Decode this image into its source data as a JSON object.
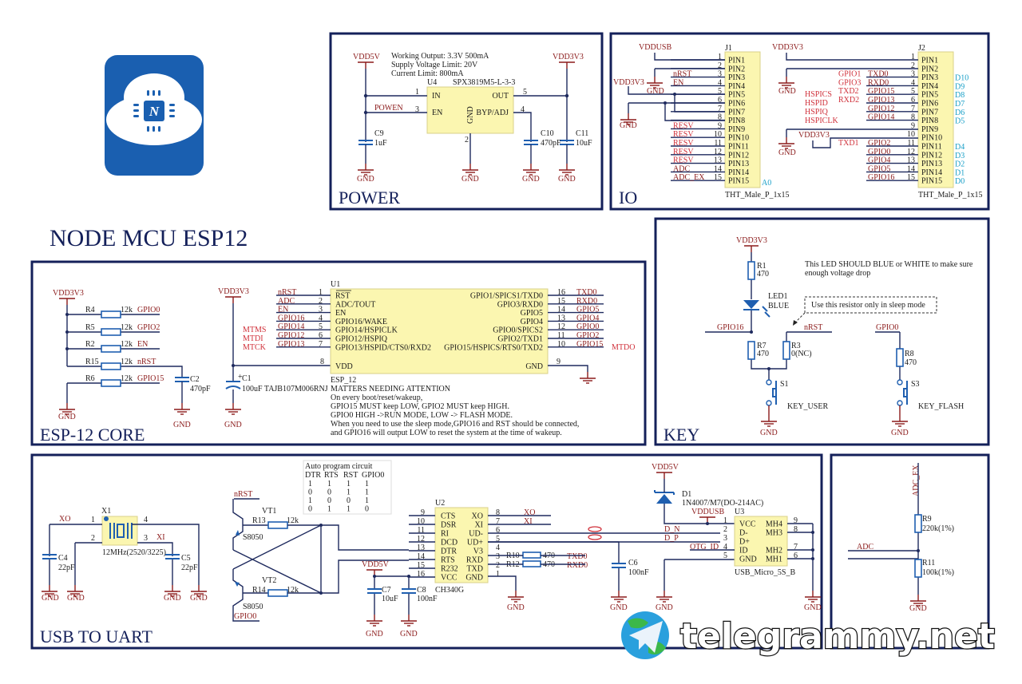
{
  "title": "NODE MCU ESP12",
  "watermark": "telegrammy.net",
  "logo": {
    "icon": "nodemcu-cloud-chip-icon",
    "letter": "N",
    "bg_color": "#1a5fb0"
  },
  "colors": {
    "frame": "#14205a",
    "wire": "#1e2a5e",
    "power_label": "#8b1a1a",
    "pin_alias": "#d0303a",
    "d_pin": "#1aa0c8",
    "chip_fill": "#fbf6b0",
    "component": "#1f5fb0"
  },
  "power": {
    "section": "POWER",
    "notes": [
      "Working Output: 3.3V 500mA",
      "Supply Voltage Limit: 20V",
      "Current Limit: 800mA"
    ],
    "u4": {
      "ref": "U4",
      "part": "SPX3819M5-L-3-3",
      "pins": {
        "in": "IN",
        "en": "EN",
        "out": "OUT",
        "byp": "BYP/ADJ",
        "gnd": "GND"
      },
      "nums": [
        "1",
        "3",
        "5",
        "4",
        "2"
      ]
    },
    "nets": {
      "vdd5v": "VDD5V",
      "vdd3v3": "VDD3V3",
      "powen": "POWEN",
      "gnd": "GND"
    },
    "caps": [
      {
        "ref": "C9",
        "val": "1uF"
      },
      {
        "ref": "C10",
        "val": "470pF"
      },
      {
        "ref": "C11",
        "val": "10uF"
      }
    ]
  },
  "io": {
    "section": "IO",
    "j1": {
      "ref": "J1",
      "part": "THT_Male_P_1x15",
      "extra": "A0",
      "top_nets": [
        "VDDUSB",
        "GND",
        "VDD3V3",
        "GND"
      ],
      "pins": [
        {
          "n": "1",
          "p": "PIN1",
          "net": ""
        },
        {
          "n": "2",
          "p": "PIN2",
          "net": ""
        },
        {
          "n": "3",
          "p": "PIN3",
          "net": "nRST"
        },
        {
          "n": "4",
          "p": "PIN4",
          "net": "EN"
        },
        {
          "n": "5",
          "p": "PIN5",
          "net": ""
        },
        {
          "n": "6",
          "p": "PIN6",
          "net": ""
        },
        {
          "n": "7",
          "p": "PIN7",
          "net": ""
        },
        {
          "n": "8",
          "p": "PIN8",
          "net": ""
        },
        {
          "n": "9",
          "p": "PIN9",
          "net": "RESV"
        },
        {
          "n": "10",
          "p": "PIN10",
          "net": "RESV"
        },
        {
          "n": "11",
          "p": "PIN11",
          "net": "RESV"
        },
        {
          "n": "12",
          "p": "PIN12",
          "net": "RESV"
        },
        {
          "n": "13",
          "p": "PIN13",
          "net": "RESV"
        },
        {
          "n": "14",
          "p": "PIN14",
          "net": "ADC"
        },
        {
          "n": "15",
          "p": "PIN15",
          "net": "ADC_EX"
        }
      ]
    },
    "j2": {
      "ref": "J2",
      "part": "THT_Male_P_1x15",
      "top_nets": [
        "VDD3V3",
        "GND",
        "VDD3V3",
        "GND"
      ],
      "pins": [
        {
          "n": "1",
          "p": "PIN1",
          "net": "",
          "alias": "",
          "alias2": "",
          "d": ""
        },
        {
          "n": "2",
          "p": "PIN2",
          "net": "",
          "alias": "",
          "alias2": "",
          "d": ""
        },
        {
          "n": "3",
          "p": "PIN3",
          "net": "TXD0",
          "alias": "GPIO1",
          "alias2": "",
          "d": "D10"
        },
        {
          "n": "4",
          "p": "PIN4",
          "net": "RXD0",
          "alias": "GPIO3",
          "alias2": "",
          "d": "D9"
        },
        {
          "n": "5",
          "p": "PIN5",
          "net": "GPIO15",
          "alias": "TXD2",
          "alias2": "HSPICS",
          "d": "D8"
        },
        {
          "n": "6",
          "p": "PIN6",
          "net": "GPIO13",
          "alias": "RXD2",
          "alias2": "HSPID",
          "d": "D7"
        },
        {
          "n": "7",
          "p": "PIN7",
          "net": "GPIO12",
          "alias": "",
          "alias2": "HSPIQ",
          "d": "D6"
        },
        {
          "n": "8",
          "p": "PIN8",
          "net": "GPIO14",
          "alias": "",
          "alias2": "HSPICLK",
          "d": "D5"
        },
        {
          "n": "9",
          "p": "PIN9",
          "net": "",
          "alias": "",
          "alias2": "",
          "d": ""
        },
        {
          "n": "10",
          "p": "PIN10",
          "net": "",
          "alias": "",
          "alias2": "",
          "d": ""
        },
        {
          "n": "11",
          "p": "PIN11",
          "net": "GPIO2",
          "alias": "TXD1",
          "alias2": "",
          "d": "D4"
        },
        {
          "n": "12",
          "p": "PIN12",
          "net": "GPIO0",
          "alias": "",
          "alias2": "",
          "d": "D3"
        },
        {
          "n": "13",
          "p": "PIN13",
          "net": "GPIO4",
          "alias": "",
          "alias2": "",
          "d": "D2"
        },
        {
          "n": "14",
          "p": "PIN14",
          "net": "GPIO5",
          "alias": "",
          "alias2": "",
          "d": "D1"
        },
        {
          "n": "15",
          "p": "PIN15",
          "net": "GPIO16",
          "alias": "",
          "alias2": "",
          "d": "D0"
        }
      ]
    }
  },
  "core": {
    "section": "ESP-12 CORE",
    "vdd": "VDD3V3",
    "gnd": "GND",
    "pullups": [
      {
        "ref": "R4",
        "val": "12k",
        "net": "GPIO0"
      },
      {
        "ref": "R5",
        "val": "12k",
        "net": "GPIO2"
      },
      {
        "ref": "R2",
        "val": "12k",
        "net": "EN"
      },
      {
        "ref": "R15",
        "val": "12k",
        "net": "nRST"
      },
      {
        "ref": "R6",
        "val": "12k",
        "net": "GPIO15"
      }
    ],
    "c2": {
      "ref": "C2",
      "val": "470pF"
    },
    "c1": {
      "ref": "C1",
      "val": "100uF TAJB107M006RNJ",
      "plus": "+"
    },
    "u1": {
      "ref": "U1",
      "part": "ESP_12",
      "left": [
        {
          "n": "1",
          "name": "RST",
          "net": "nRST",
          "alias": ""
        },
        {
          "n": "2",
          "name": "ADC/TOUT",
          "net": "ADC",
          "alias": ""
        },
        {
          "n": "3",
          "name": "EN",
          "net": "EN",
          "alias": ""
        },
        {
          "n": "4",
          "name": "GPIO16/WAKE",
          "net": "GPIO16",
          "alias": ""
        },
        {
          "n": "5",
          "name": "GPIO14/HSPICLK",
          "net": "GPIO14",
          "alias": "MTMS"
        },
        {
          "n": "6",
          "name": "GPIO12/HSPIQ",
          "net": "GPIO12",
          "alias": "MTDI"
        },
        {
          "n": "7",
          "name": "GPIO13/HSPID/CTS0/RXD2",
          "net": "GPIO13",
          "alias": "MTCK"
        }
      ],
      "vdd": {
        "n": "8",
        "name": "VDD"
      },
      "right": [
        {
          "n": "16",
          "name": "GPIO1/SPICS1/TXD0",
          "net": "TXD0",
          "alias": ""
        },
        {
          "n": "15",
          "name": "GPIO3/RXD0",
          "net": "RXD0",
          "alias": ""
        },
        {
          "n": "14",
          "name": "GPIO5",
          "net": "GPIO5",
          "alias": ""
        },
        {
          "n": "13",
          "name": "GPIO4",
          "net": "GPIO4",
          "alias": ""
        },
        {
          "n": "12",
          "name": "GPIO0/SPICS2",
          "net": "GPIO0",
          "alias": ""
        },
        {
          "n": "11",
          "name": "GPIO2/TXD1",
          "net": "GPIO2",
          "alias": ""
        },
        {
          "n": "10",
          "name": "GPIO15/HSPICS/RTS0/TXD2",
          "net": "GPIO15",
          "alias": "MTDO"
        }
      ],
      "gnd": {
        "n": "9",
        "name": "GND"
      }
    },
    "notes": [
      "MATTERS NEEDING ATTENTION",
      "On every boot/reset/wakeup,",
      "GPIO15 MUST keep LOW, GPIO2 MUST keep HIGH.",
      "GPIO0 HIGH ->RUN MODE, LOW -> FLASH MODE.",
      "When you need to use the sleep mode,GPIO16 and RST should be connected,",
      "and GPIO16 will output LOW to reset the system at the time of wakeup."
    ]
  },
  "key": {
    "section": "KEY",
    "vdd": "VDD3V3",
    "gnd": "GND",
    "r1": {
      "ref": "R1",
      "val": "470"
    },
    "led": {
      "ref": "LED1",
      "val": "BLUE"
    },
    "led_note": [
      "This LED SHOULD BLUE or WHITE to make sure",
      "enough voltage drop"
    ],
    "sleep_note": "Use this resistor only in sleep mode",
    "gpio16": "GPIO16",
    "nrst": "nRST",
    "gpio0": "GPIO0",
    "r7": {
      "ref": "R7",
      "val": "470"
    },
    "r3": {
      "ref": "R3",
      "val": "0(NC)"
    },
    "r8": {
      "ref": "R8",
      "val": "470"
    },
    "s1": {
      "ref": "S1",
      "label": "KEY_USER"
    },
    "s3": {
      "ref": "S3",
      "label": "KEY_FLASH"
    }
  },
  "uart": {
    "section": "USB TO UART",
    "x1": {
      "ref": "X1",
      "val": "12MHz(2520/3225)",
      "pins": [
        "1",
        "2",
        "3",
        "4"
      ],
      "xo": "XO",
      "xi": "XI"
    },
    "c4": {
      "ref": "C4",
      "val": "22pF"
    },
    "c5": {
      "ref": "C5",
      "val": "22pF"
    },
    "auto_table": {
      "title": "Auto program circuit",
      "headers": [
        "DTR",
        "RTS",
        "RST",
        "GPIO0"
      ],
      "rows": [
        [
          "1",
          "1",
          "1",
          "1"
        ],
        [
          "0",
          "0",
          "1",
          "1"
        ],
        [
          "1",
          "0",
          "0",
          "1"
        ],
        [
          "0",
          "1",
          "1",
          "0"
        ]
      ]
    },
    "vt1": {
      "ref": "VT1",
      "part": "S8050",
      "r": "R13",
      "rv": "12k",
      "net": "nRST"
    },
    "vt2": {
      "ref": "VT2",
      "part": "S8050",
      "r": "R14",
      "rv": "12k",
      "net": "GPIO0"
    },
    "u2": {
      "ref": "U2",
      "part": "CH340G",
      "left": [
        {
          "n": "9",
          "name": "CTS"
        },
        {
          "n": "10",
          "name": "DSR"
        },
        {
          "n": "11",
          "name": "RI"
        },
        {
          "n": "12",
          "name": "DCD"
        },
        {
          "n": "13",
          "name": "DTR"
        },
        {
          "n": "14",
          "name": "RTS"
        },
        {
          "n": "15",
          "name": "R232"
        },
        {
          "n": "16",
          "name": "VCC"
        }
      ],
      "right": [
        {
          "n": "8",
          "name": "XO",
          "net": "XO"
        },
        {
          "n": "7",
          "name": "XI",
          "net": "XI"
        },
        {
          "n": "6",
          "name": "UD-",
          "net": ""
        },
        {
          "n": "5",
          "name": "UD+",
          "net": ""
        },
        {
          "n": "4",
          "name": "V3",
          "net": ""
        },
        {
          "n": "3",
          "name": "RXD",
          "net": "TXD0"
        },
        {
          "n": "2",
          "name": "TXD",
          "net": "RXD0"
        },
        {
          "n": "1",
          "name": "GND",
          "net": ""
        }
      ]
    },
    "r10": {
      "ref": "R10",
      "val": "470"
    },
    "r12": {
      "ref": "R12",
      "val": "470"
    },
    "c6": {
      "ref": "C6",
      "val": "100nF"
    },
    "c7": {
      "ref": "C7",
      "val": "10uF"
    },
    "c8": {
      "ref": "C8",
      "val": "100nF"
    },
    "vdd5v": "VDD5V",
    "vddusb": "VDDUSB",
    "gnd": "GND",
    "d1": {
      "ref": "D1",
      "part": "1N4007/M7(DO-214AC)"
    },
    "u3": {
      "ref": "U3",
      "part": "USB_Micro_5S_B",
      "left": [
        {
          "n": "1",
          "name": "VCC",
          "net": ""
        },
        {
          "n": "2",
          "name": "D-",
          "net": "D_N"
        },
        {
          "n": "3",
          "name": "D+",
          "net": "D_P"
        },
        {
          "n": "4",
          "name": "ID",
          "net": "OTG_ID"
        },
        {
          "n": "5",
          "name": "GND",
          "net": ""
        }
      ],
      "right": [
        {
          "n": "9",
          "name": "MH4"
        },
        {
          "n": "8",
          "name": "MH3"
        },
        {
          "n": "7",
          "name": "MH2"
        },
        {
          "n": "6",
          "name": "MH1"
        }
      ]
    }
  },
  "adc": {
    "net_ex": "ADC_EX",
    "net": "ADC",
    "gnd": "GND",
    "r9": {
      "ref": "R9",
      "val": "220k(1%)"
    },
    "r11": {
      "ref": "R11",
      "val": "100k(1%)"
    }
  }
}
